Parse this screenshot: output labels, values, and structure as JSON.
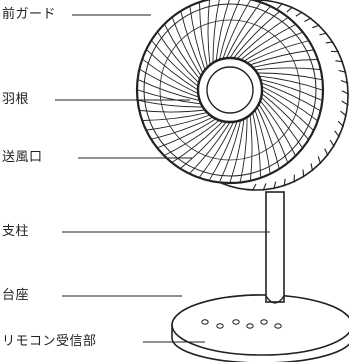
{
  "labels": {
    "front_guard": "前ガード",
    "blades": "羽根",
    "air_outlet": "送風口",
    "support_pole": "支柱",
    "base": "台座",
    "remote_receiver": "リモコン受信部"
  },
  "colors": {
    "line": "#222222",
    "background": "#ffffff"
  }
}
